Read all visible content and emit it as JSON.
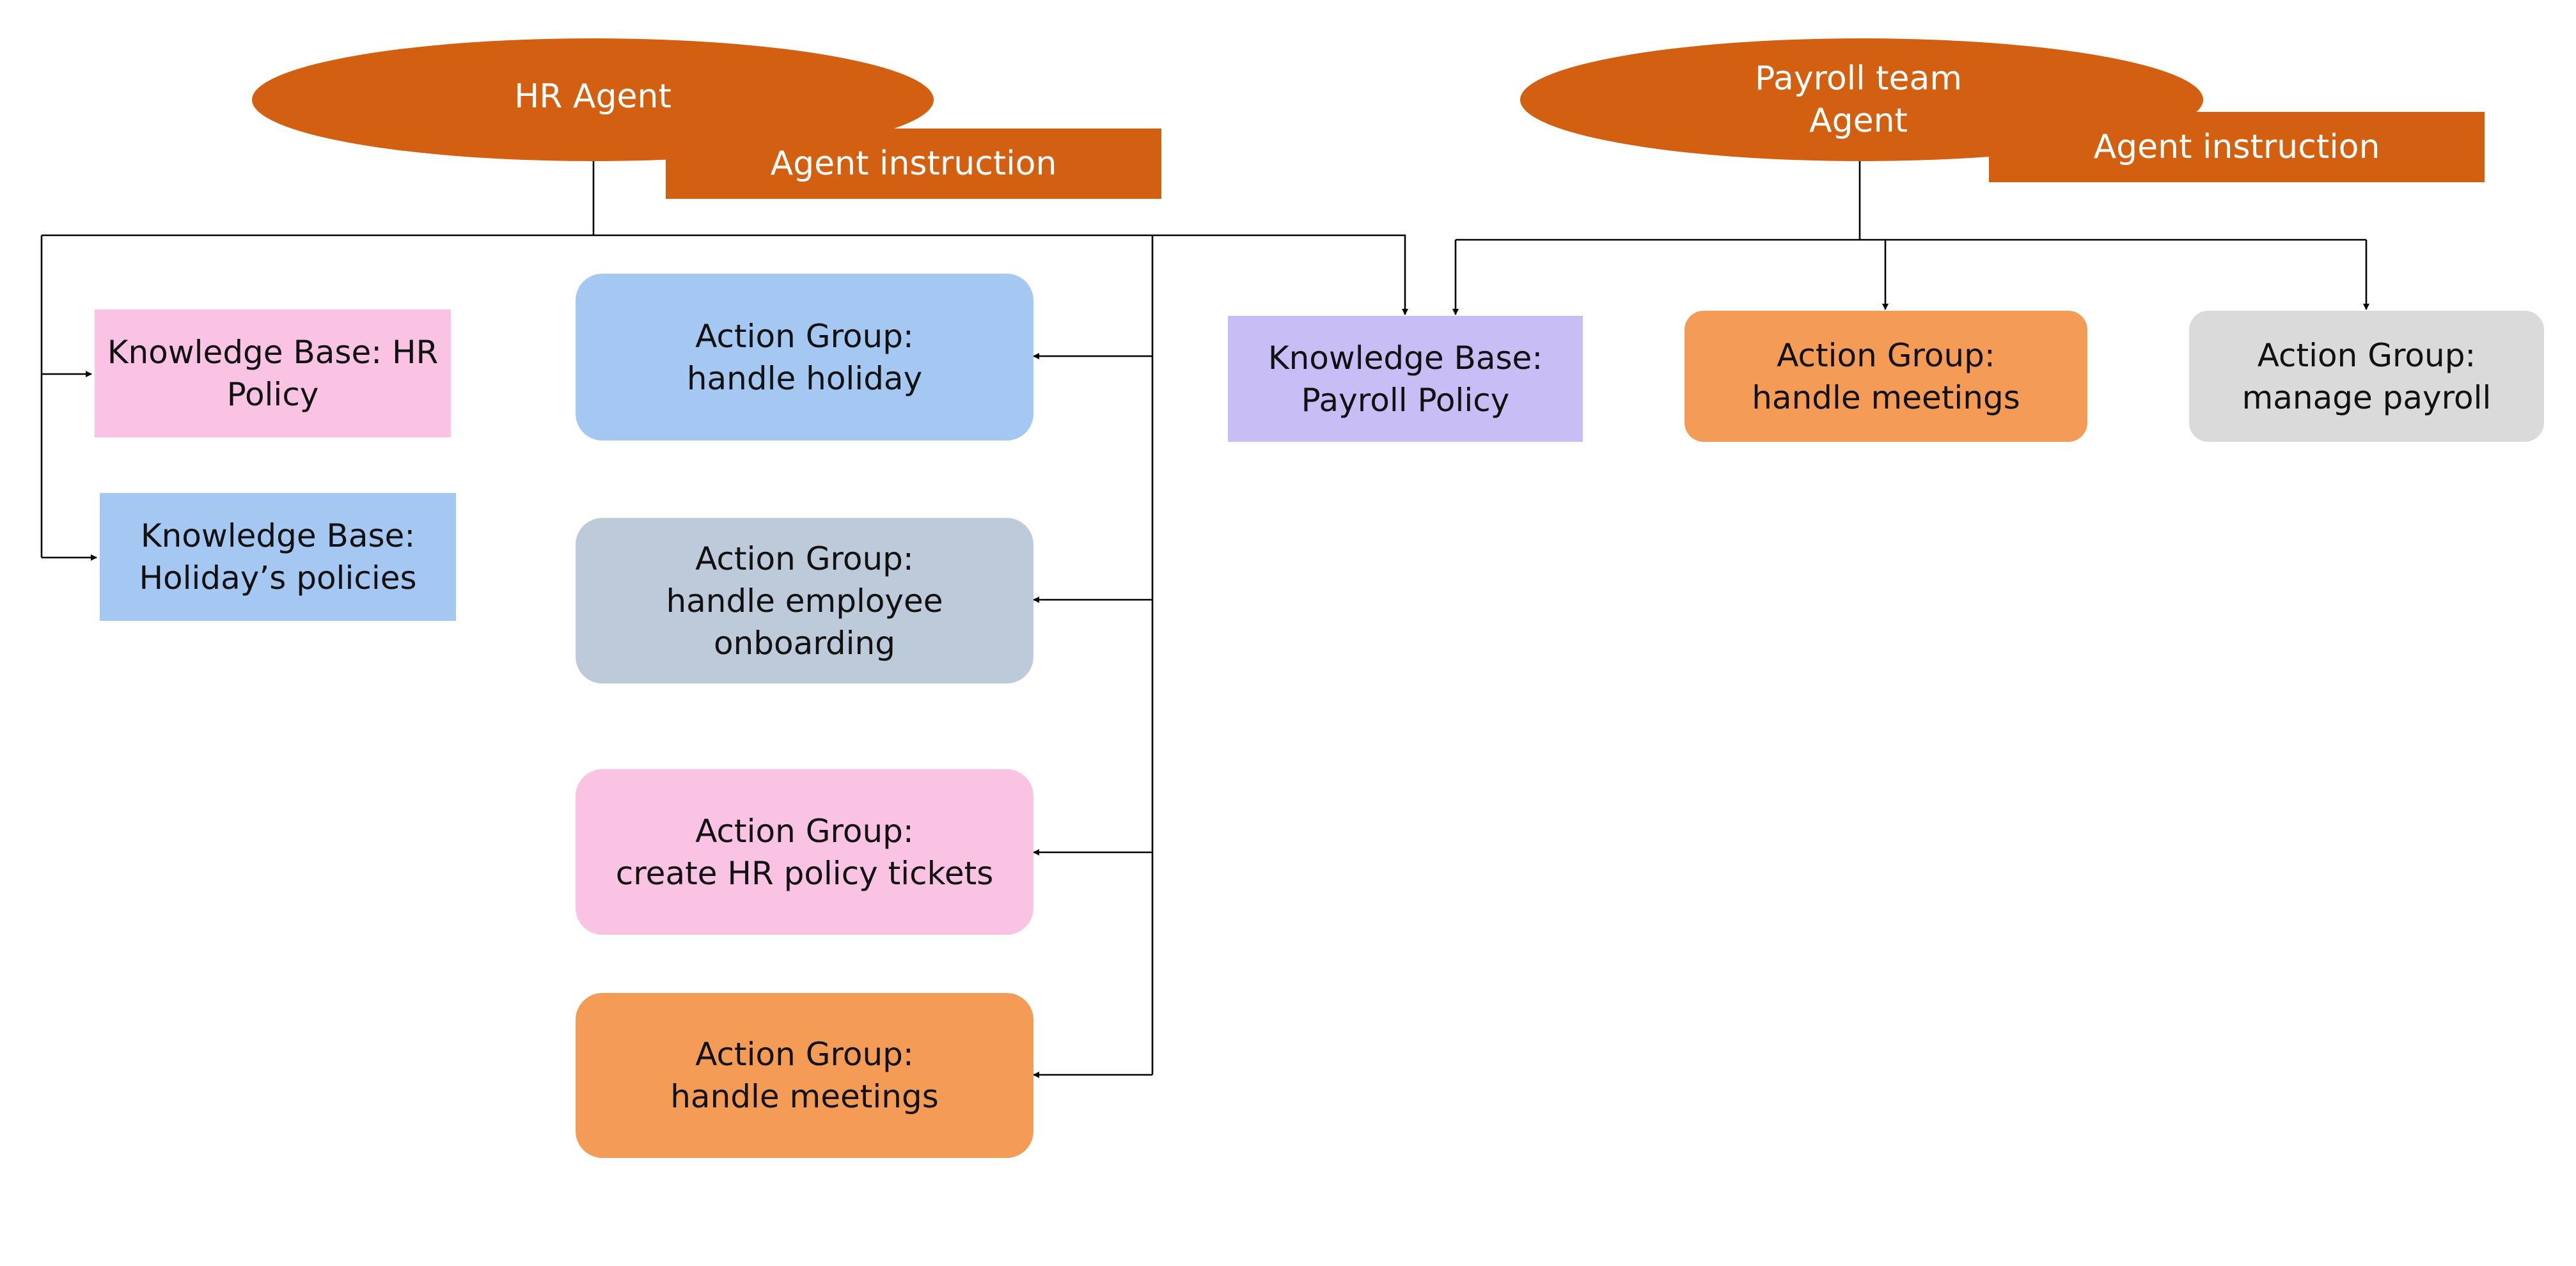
{
  "colors": {
    "agent": "#d35f10",
    "line": "#000000",
    "pink": "#fbc3e3",
    "blue": "#a4c8f1",
    "slate": "#bdcad9",
    "orange": "#f49b56",
    "lavender": "#c9bdf5",
    "gray": "#dadada"
  },
  "hr": {
    "agent_label": "HR Agent",
    "instruction_label": "Agent instruction",
    "kb_hr_policy": "Knowledge Base: HR\nPolicy",
    "kb_holiday": "Knowledge Base:\nHoliday’s policies",
    "ag_holiday": "Action Group:\nhandle holiday",
    "ag_onboarding": "Action Group:\nhandle employee\nonboarding",
    "ag_tickets": "Action Group:\ncreate HR policy tickets",
    "ag_meetings": "Action Group:\nhandle meetings"
  },
  "payroll": {
    "agent_label": "Payroll team\nAgent",
    "instruction_label": "Agent instruction",
    "kb_payroll": "Knowledge Base:\nPayroll Policy",
    "ag_meetings": "Action Group:\nhandle meetings",
    "ag_payroll": "Action Group:\nmanage payroll"
  }
}
